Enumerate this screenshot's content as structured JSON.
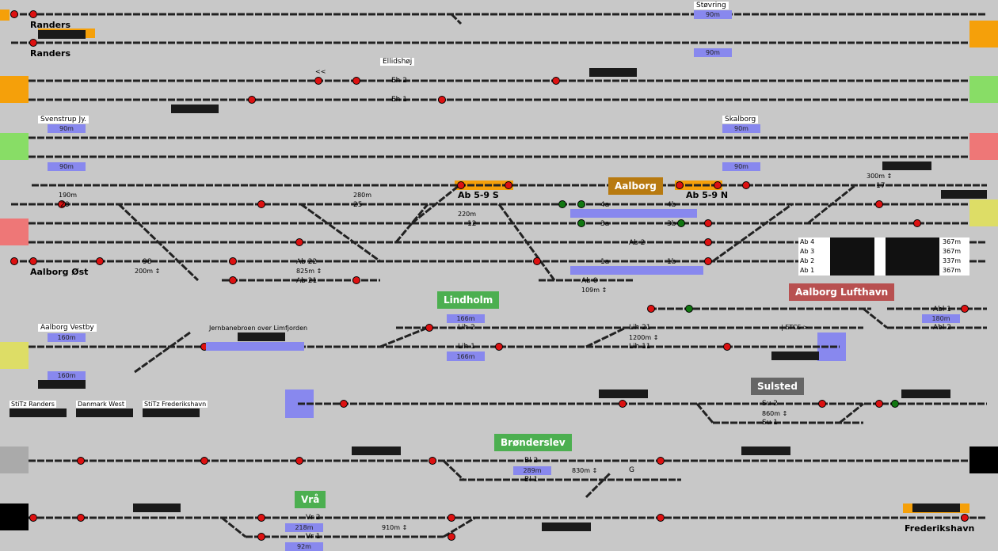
{
  "colors": {
    "background": "#c8c8c8",
    "track": "#222222",
    "signal_red": "#dd1111",
    "signal_green": "#117711",
    "occupied": "#8888ee",
    "orange": "#f5a00a",
    "green_edge": "#88dd66",
    "red_edge": "#ee7777",
    "yellow_edge": "#dddd66"
  },
  "stations": {
    "randers_top": "Randers",
    "randers_bottom": "Randers",
    "stovring": "Støvring",
    "ellidshoj": "Ellidshøj",
    "svenstrup": "Svenstrup Jy.",
    "skalborg": "Skalborg",
    "aalborg": "Aalborg",
    "ab59s": "Ab 5-9 S",
    "ab59n": "Ab 5-9 N",
    "aalborg_ost": "Aalborg Øst",
    "aalborg_lufthavn": "Aalborg Lufthavn",
    "lindholm": "Lindholm",
    "aalborg_vestby": "Aalborg Vestby",
    "limfjord": "Jernbanebroen over Limfjorden",
    "sulsted": "Sulsted",
    "bronderslev": "Brønderslev",
    "vra": "Vrå",
    "frederikshavn": "Frederikshavn"
  },
  "tracks": {
    "eh2": "Eh 2",
    "eh1": "Eh 1",
    "ab22": "Ab 22",
    "ab21": "Ab 21",
    "ab2": "Ab 2",
    "ab0": "Ab 0",
    "lih2": "Lih 2",
    "lih1": "Lih 1",
    "lih21": "Lih 21",
    "lih11": "Lih 11",
    "su2": "Su 2",
    "su1": "Su 1",
    "bl2": "Bl 2",
    "bl1": "Bl 1",
    "vr2": "Vr 2",
    "vr1": "Vr 1",
    "abl1": "Abl 1",
    "abl2": "Abl 2",
    "t4a": "4a",
    "t4b": "4b",
    "t3a": "3a",
    "t3b": "3b",
    "t1a": "1a",
    "t1b": "1b",
    "t25": "25",
    "t12": "12",
    "t28": "28",
    "t98": "98",
    "t17": "17",
    "g": "G"
  },
  "lengths": {
    "stov1": "90m",
    "stov2": "90m",
    "sv1": "90m",
    "sv2": "90m",
    "sk1": "90m",
    "sk2": "90m",
    "lih": "166m",
    "lih1": "166m",
    "vest1": "160m",
    "vest2": "160m",
    "abl": "180m",
    "bl": "289m",
    "vr2": "218m",
    "vr1": "92m"
  },
  "distances": {
    "d190": "190m",
    "d280": "280m",
    "d220": "220m",
    "d200": "200m ↕",
    "d825": "825m ↕",
    "d109": "109m ↕",
    "d300": "300m ↕",
    "d1200": "1200m ↕",
    "d860": "860m ↕",
    "d830": "830m ↕",
    "d910": "910m ↕"
  },
  "ablist": [
    {
      "name": "Ab 4",
      "len": "367m"
    },
    {
      "name": "Ab 3",
      "len": "367m"
    },
    {
      "name": "Ab 2",
      "len": "337m"
    },
    {
      "name": "Ab 1",
      "len": "367m"
    }
  ],
  "stitz": [
    "StiTz Randers",
    "Danmark West",
    "StiTz Frederikshavn"
  ],
  "misc": {
    "chev": "<<",
    "etcs": "| ETCS >"
  }
}
